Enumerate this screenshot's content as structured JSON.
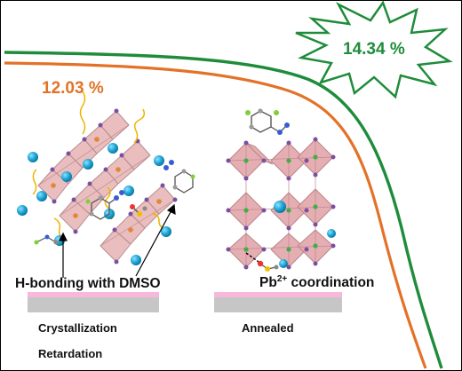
{
  "efficiency": {
    "control": "12.03 %",
    "modified": "14.34 %"
  },
  "labels": {
    "h_bonding": "H-bonding with DMSO",
    "pb_prefix": "Pb",
    "pb_charge": "2+",
    "pb_suffix": " coordination",
    "crystallization": "Crystallization",
    "retardation": "Retardation",
    "annealed": "Annealed"
  },
  "colors": {
    "control_curve": "#e37228",
    "modified_curve": "#1f8c3b",
    "octahedron": "#e8b7b9",
    "cation_sphere": "#1fa6d6",
    "film": "#f7b8dc",
    "substrate": "#c6c6c6"
  }
}
